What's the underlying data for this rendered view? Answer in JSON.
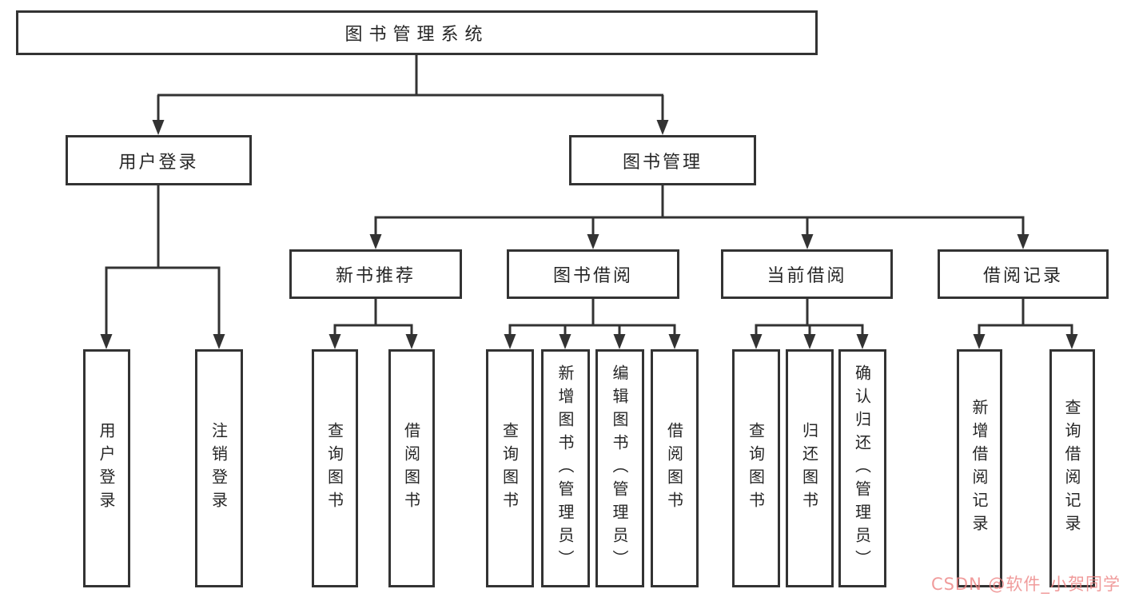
{
  "diagram_title": "图书管理系统",
  "tree": {
    "root": {
      "label": "图书管理系统",
      "children": [
        {
          "label": "用户登录",
          "children": [
            {
              "label": "用户登录"
            },
            {
              "label": "注销登录"
            }
          ]
        },
        {
          "label": "图书管理",
          "children": [
            {
              "label": "新书推荐",
              "children": [
                {
                  "label": "查询图书"
                },
                {
                  "label": "借阅图书"
                }
              ]
            },
            {
              "label": "图书借阅",
              "children": [
                {
                  "label": "查询图书"
                },
                {
                  "label": "新增图书（管理员）"
                },
                {
                  "label": "编辑图书（管理员）"
                },
                {
                  "label": "借阅图书"
                }
              ]
            },
            {
              "label": "当前借阅",
              "children": [
                {
                  "label": "查询图书"
                },
                {
                  "label": "归还图书"
                },
                {
                  "label": "确认归还（管理员）"
                }
              ]
            },
            {
              "label": "借阅记录",
              "children": [
                {
                  "label": "新增借阅记录"
                },
                {
                  "label": "查询借阅记录"
                }
              ]
            }
          ]
        }
      ]
    }
  },
  "watermark": {
    "text": "CSDN @软件_小贺同学",
    "color": "#EC8282"
  },
  "colors": {
    "background": "#FFFFFF",
    "line": "#333333",
    "box_border": "#333333",
    "text": "#262626"
  }
}
